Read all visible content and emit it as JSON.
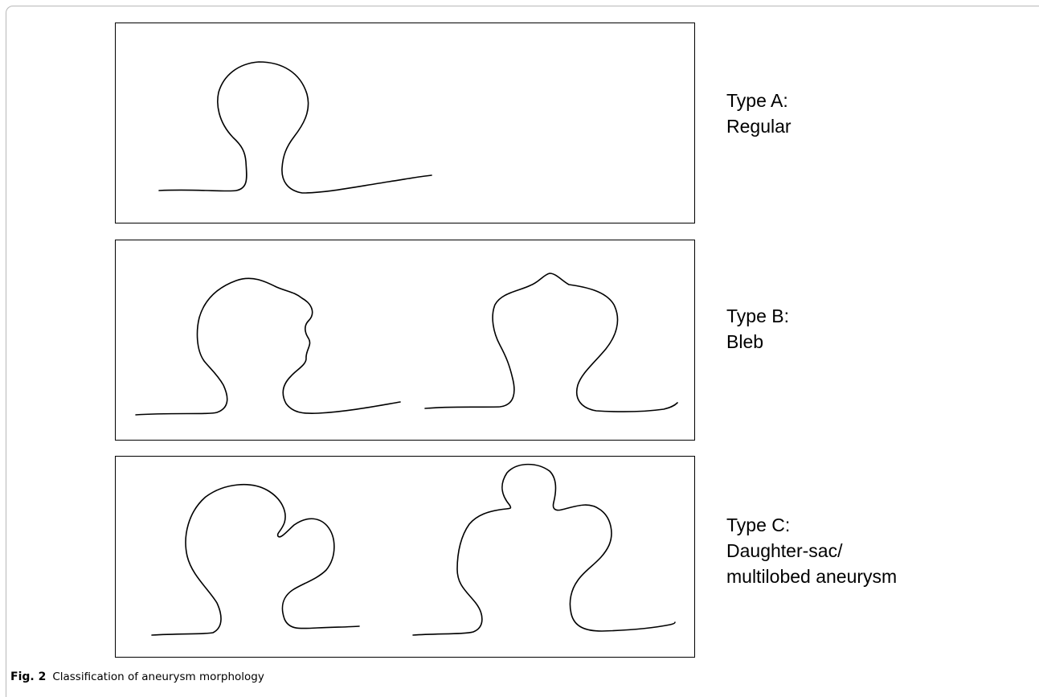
{
  "figure": {
    "panels": [
      {
        "type_label": "Type A:",
        "description": "Regular"
      },
      {
        "type_label": "Type B:",
        "description": "Bleb"
      },
      {
        "type_label": "Type C:",
        "description_lines": [
          "Daughter-sac/",
          "multilobed aneurysm"
        ]
      }
    ],
    "caption": {
      "number": "Fig. 2",
      "text": "Classification of aneurysm morphology"
    }
  }
}
